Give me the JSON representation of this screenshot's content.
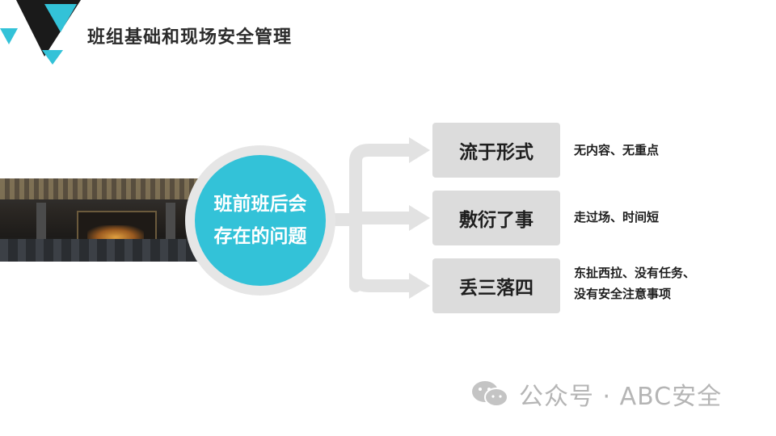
{
  "header": {
    "title": "班组基础和现场安全管理"
  },
  "center": {
    "line1": "班前班后会",
    "line2": "存在的问题"
  },
  "problems": [
    {
      "label": "流于形式",
      "desc_line1": "无内容、无重点",
      "desc_line2": ""
    },
    {
      "label": "敷衍了事",
      "desc_line1": "走过场、时间短",
      "desc_line2": ""
    },
    {
      "label": "丢三落四",
      "desc_line1": "东扯西拉、没有任务、",
      "desc_line2": "没有安全注意事项"
    }
  ],
  "watermark": {
    "text": "公众号 · ABC安全"
  },
  "colors": {
    "accent": "#33c2d8",
    "dark": "#1e1e1e",
    "box": "#dcdcdc",
    "arrow": "#e2e2e2"
  }
}
